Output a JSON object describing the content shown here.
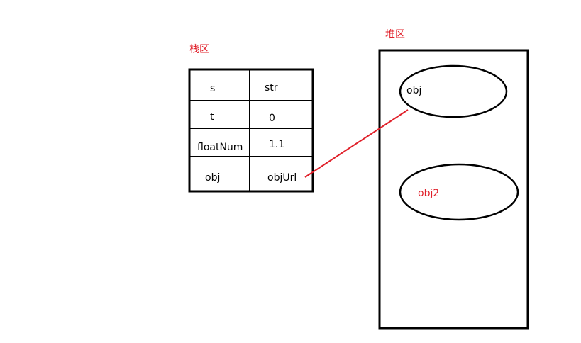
{
  "stack": {
    "title": "栈区",
    "rows": [
      {
        "name": "s",
        "value": "str"
      },
      {
        "name": "t",
        "value": "0"
      },
      {
        "name": "floatNum",
        "value": "1.1"
      },
      {
        "name": "obj",
        "value": "objUrl"
      }
    ]
  },
  "heap": {
    "title": "堆区",
    "objects": [
      {
        "label": "obj"
      },
      {
        "label": "obj2"
      }
    ]
  },
  "colors": {
    "label_red": "#e0202a",
    "pointer_red": "#e0202a",
    "stroke": "#000000",
    "background": "#ffffff"
  }
}
